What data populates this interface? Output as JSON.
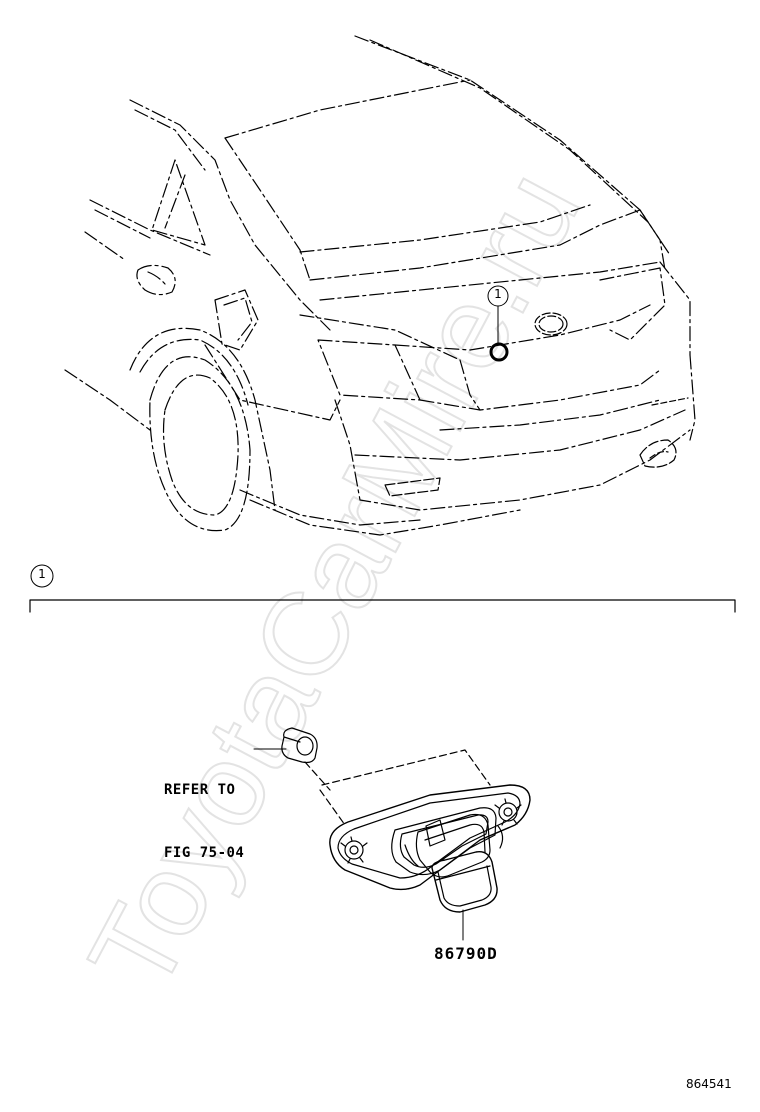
{
  "diagram": {
    "callout_number": "1",
    "section_number": "1",
    "refer_text_line1": "REFER TO",
    "refer_text_line2": "FIG 75-04",
    "part_number": "86790D",
    "figure_id": "864541",
    "watermark": "ToyotaCarMire.ru"
  },
  "colors": {
    "line": "#000000",
    "watermark": "#e6e6e6",
    "background": "#ffffff"
  },
  "icons": {
    "callout_marker": "circle-marker-icon",
    "camera": "rear-view-camera-icon",
    "grommet": "grommet-icon"
  }
}
